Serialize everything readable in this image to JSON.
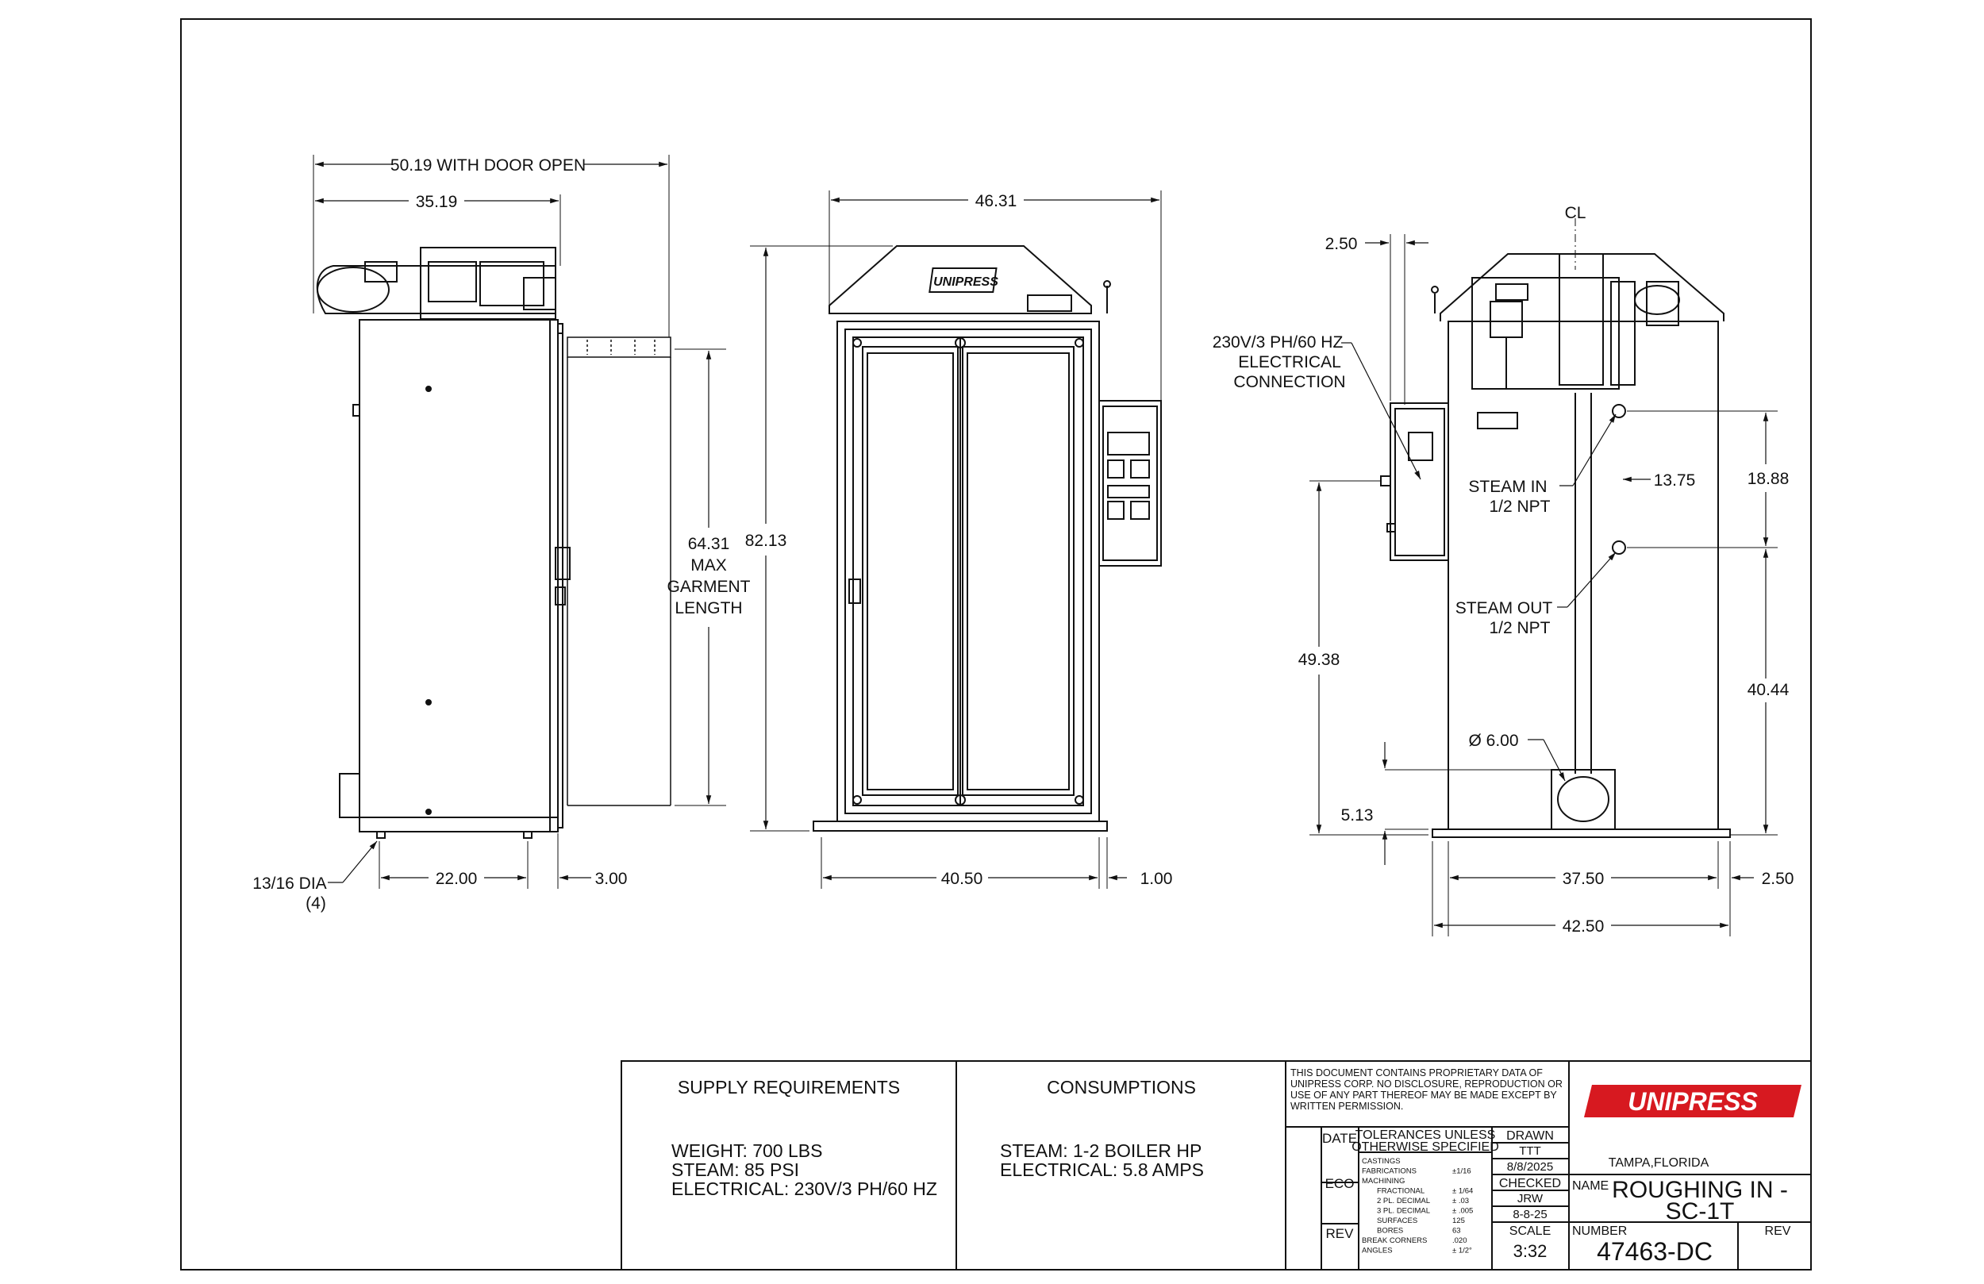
{
  "side_view": {
    "dim_overall_door_open": "50.19 WITH DOOR OPEN",
    "dim_depth": "35.19",
    "dim_garment": [
      "64.31",
      "MAX",
      "GARMENT",
      "LENGTH"
    ],
    "dim_foot_spacing": "22.00",
    "dim_overhang": "3.00",
    "hole_callout": [
      "13/16 DIA",
      "(4)"
    ]
  },
  "front_view": {
    "brand_plate": "UNIPRESS",
    "dim_width": "46.31",
    "dim_height": "82.13",
    "dim_base": "40.50",
    "dim_offset": "1.00"
  },
  "rear_view": {
    "centerline": "CL",
    "dim_offset_top": "2.50",
    "electrical_callout": [
      "230V/3 PH/60 HZ",
      "ELECTRICAL",
      "CONNECTION"
    ],
    "steam_in": [
      "STEAM IN",
      "1/2 NPT"
    ],
    "steam_out": [
      "STEAM OUT",
      "1/2 NPT"
    ],
    "dim_steam_spacing": "13.75",
    "dim_steam_in_height": "18.88",
    "dim_elec_height": "49.38",
    "dim_steam_out_height": "40.44",
    "duct_callout": "Ø 6.00",
    "dim_duct_height": "5.13",
    "dim_width_inner": "37.50",
    "dim_side": "2.50",
    "dim_width_overall": "42.50"
  },
  "title_block": {
    "supply_title": "SUPPLY REQUIREMENTS",
    "supply_lines": [
      "WEIGHT: 700 LBS",
      "STEAM: 85 PSI",
      "ELECTRICAL: 230V/3 PH/60 HZ"
    ],
    "consumption_title": "CONSUMPTIONS",
    "consumption_lines": [
      "STEAM: 1-2 BOILER HP",
      "ELECTRICAL: 5.8 AMPS"
    ],
    "proprietary": [
      "THIS DOCUMENT CONTAINS PROPRIETARY DATA OF",
      "UNIPRESS CORP. NO DISCLOSURE, REPRODUCTION OR",
      "USE OF ANY PART THEREOF MAY BE MADE EXCEPT BY",
      "WRITTEN PERMISSION."
    ],
    "date_label": "DATE",
    "eco_label": "ECO",
    "rev_label": "REV",
    "tolerance_title": [
      "TOLERANCES UNLESS",
      "OTHERWISE SPECIFIED"
    ],
    "tolerances": [
      {
        "label": "CASTINGS",
        "value": ""
      },
      {
        "label": "FABRICATIONS",
        "value": "±1/16"
      },
      {
        "label": "MACHINING",
        "value": ""
      },
      {
        "label": "FRACTIONAL",
        "value": "± 1/64"
      },
      {
        "label": "2 PL. DECIMAL",
        "value": "± .03"
      },
      {
        "label": "3 PL. DECIMAL",
        "value": "± .005"
      },
      {
        "label": "SURFACES",
        "value": "125"
      },
      {
        "label": "BORES",
        "value": "63"
      },
      {
        "label": "BREAK CORNERS",
        "value": ".020"
      },
      {
        "label": "ANGLES",
        "value": "± 1/2°"
      }
    ],
    "drawn_label": "DRAWN",
    "drawn_by": "TTT",
    "drawn_date": "8/8/2025",
    "checked_label": "CHECKED",
    "checked_by": "JRW",
    "checked_date": "8-8-25",
    "scale_label": "SCALE",
    "scale_value": "3:32",
    "logo": "UNIPRESS",
    "location": "TAMPA,FLORIDA",
    "name_label": "NAME",
    "name_value": [
      "ROUGHING IN -",
      "SC-1T"
    ],
    "number_label": "NUMBER",
    "number_value": "47463-DC",
    "rev_col_label": "REV"
  },
  "colors": {
    "logo_red": "#d71920",
    "ink": "#111111"
  }
}
